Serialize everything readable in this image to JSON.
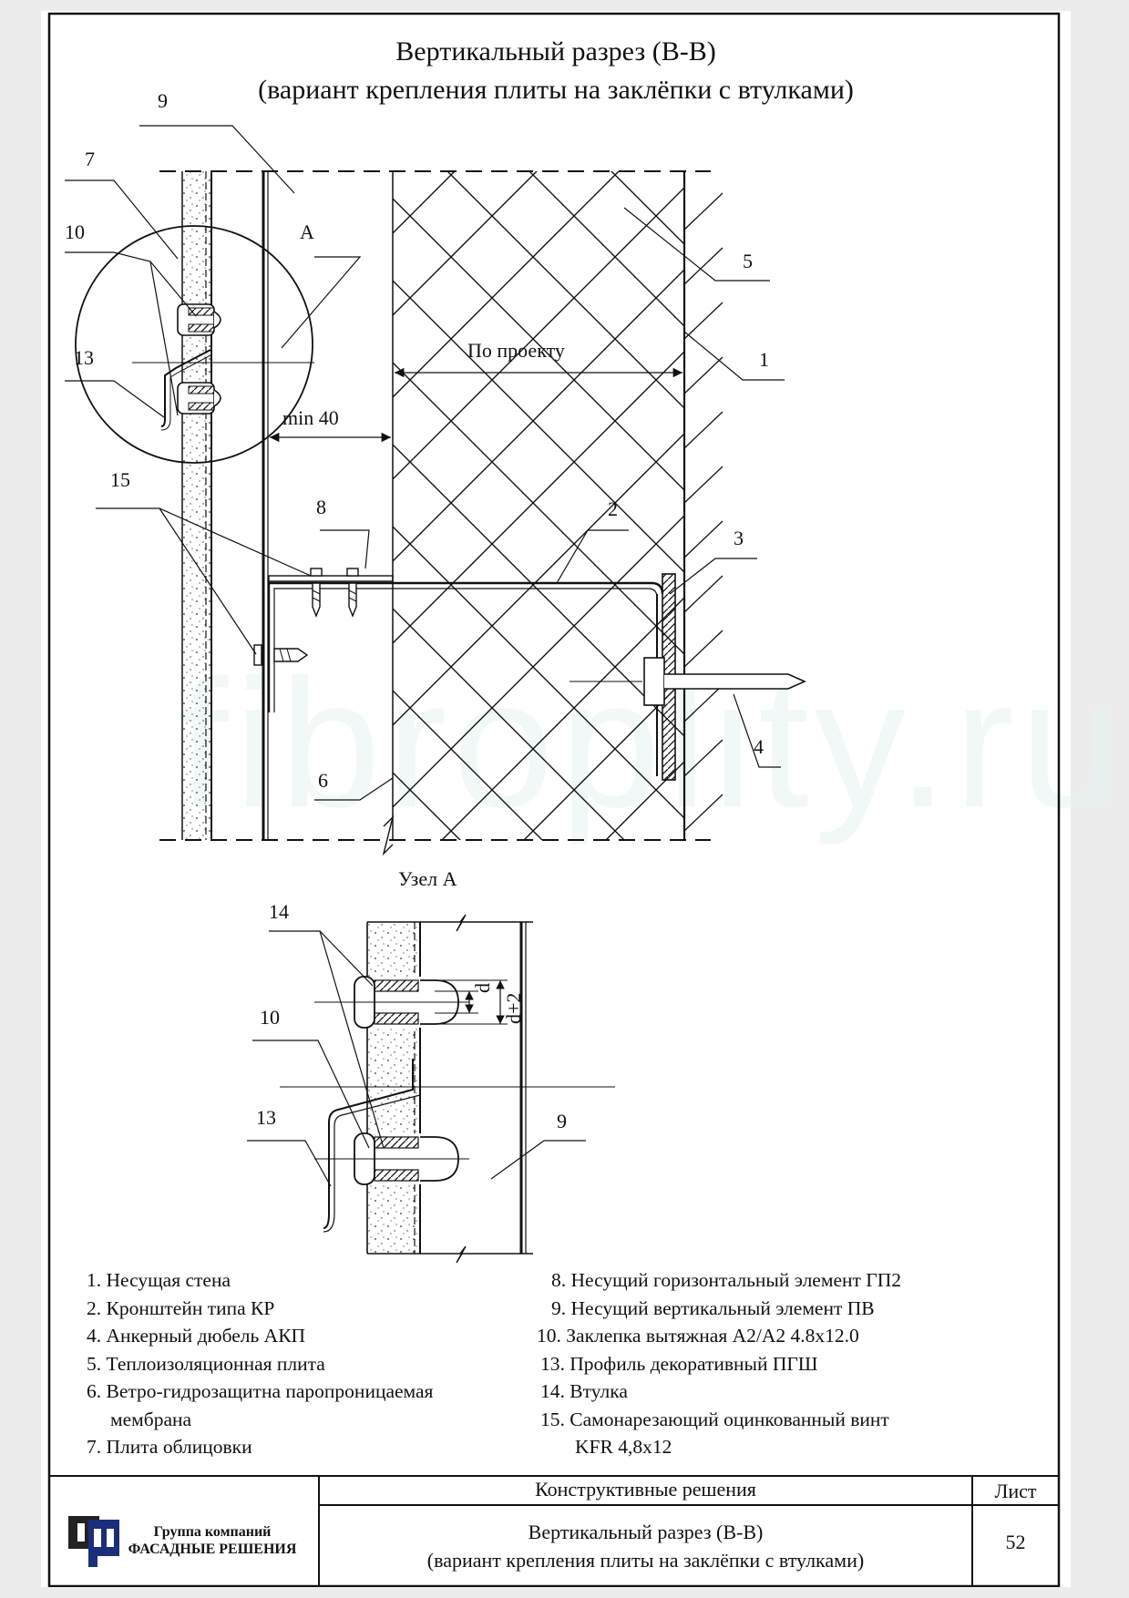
{
  "title": {
    "line1": "Вертикальный разрез (В-В)",
    "line2": "(вариант крепления плиты на заклёпки с втулками)"
  },
  "main_labels": {
    "n9": "9",
    "n7": "7",
    "n10": "10",
    "A": "A",
    "n5": "5",
    "n1": "1",
    "n13": "13",
    "po_proektu": "По проекту",
    "min40": "min 40",
    "n15": "15",
    "n8": "8",
    "n2": "2",
    "n3": "3",
    "n4": "4",
    "n6": "6"
  },
  "detail": {
    "title": "Узел А",
    "n14": "14",
    "n10": "10",
    "n13": "13",
    "n9": "9",
    "dim_d": "d",
    "dim_d2": "d+2"
  },
  "legend": {
    "left": [
      "1. Несущая стена",
      "2. Кронштейн типа КР",
      "4. Анкерный дюбель АКП",
      "5. Теплоизоляционная плита",
      "6. Ветро-гидрозащитна паропроницаемая",
      "мембрана",
      "7. Плита облицовки"
    ],
    "right": [
      "8. Несущий горизонтальный элемент ГП2",
      "9. Несущий вертикальный элемент ПВ",
      "10. Заклепка вытяжная А2/А2 4.8х12.0",
      "13. Профиль декоративный ПГШ",
      "14. Втулка",
      "15. Самонарезающий оцинкованный винт",
      "KFR 4,8х12"
    ]
  },
  "title_block": {
    "company_line1": "Группа компаний",
    "company_line2": "ФАСАДНЫЕ РЕШЕНИЯ",
    "section": "Конструктивные решения",
    "sheet_label": "Лист",
    "sheet_number": "52",
    "name_line1": "Вертикальный разрез (В-В)",
    "name_line2": "(вариант крепления плиты на заклёпки с втулками)"
  },
  "watermark": "fibroplity.ru",
  "colors": {
    "ink": "#111111",
    "logo_blue": "#1b2e7a",
    "logo_black": "#222222"
  }
}
